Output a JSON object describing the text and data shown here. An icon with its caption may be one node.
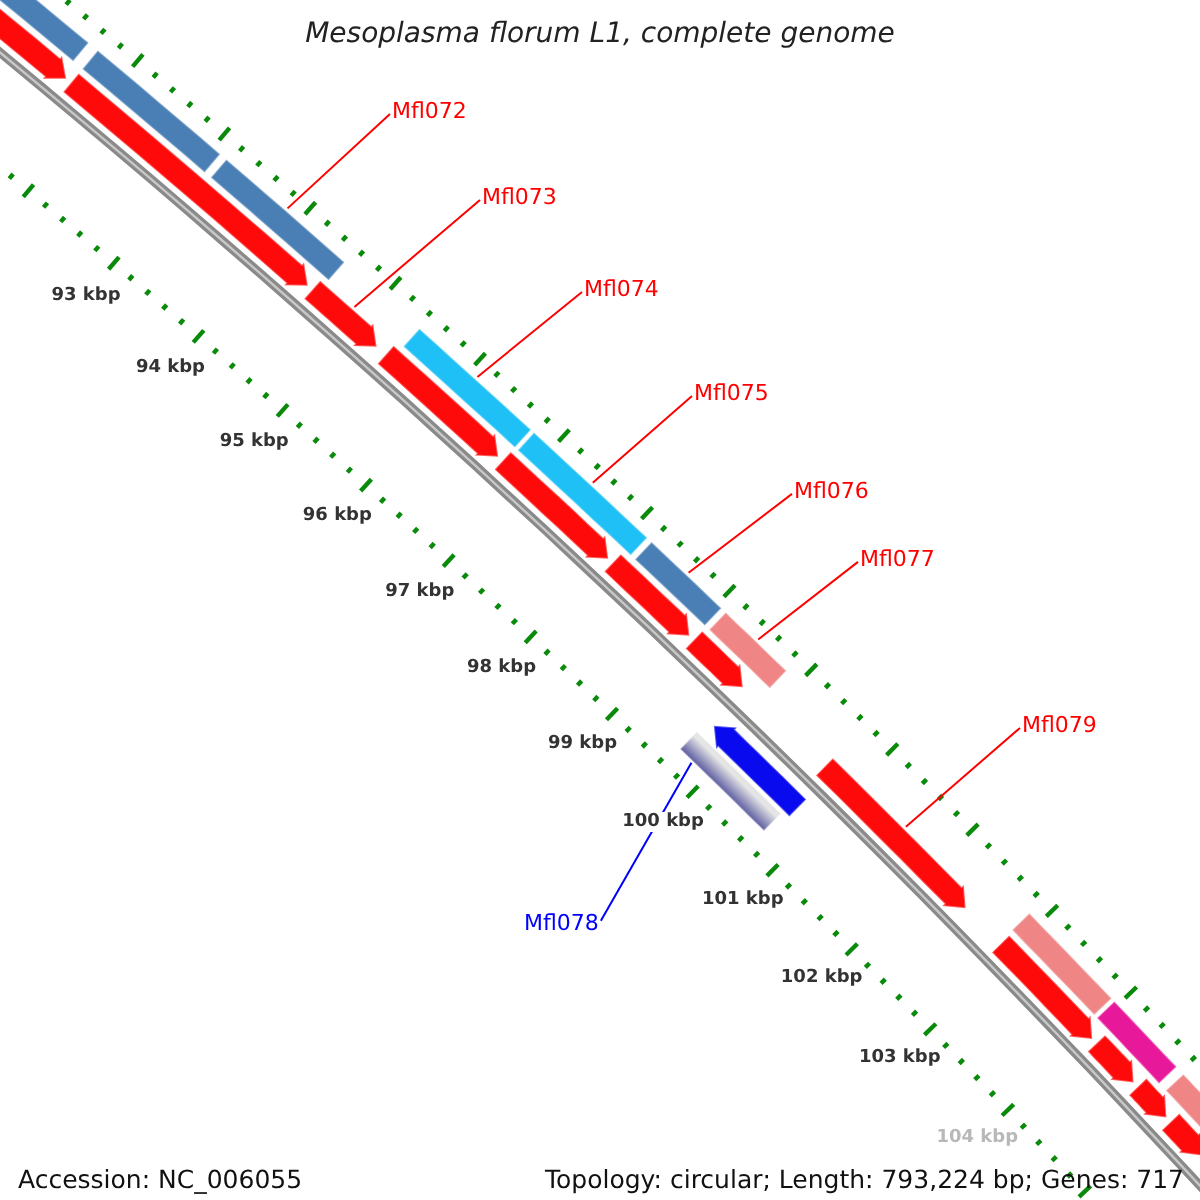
{
  "diagram": {
    "title": "Mesoplasma florum L1, complete genome",
    "nodes": [
      {
        "text": [
          "Mfl072"
        ]
      },
      {
        "text": [
          "Mfl073"
        ]
      },
      {
        "text": [
          "Mfl074"
        ]
      },
      {
        "text": [
          "Mfl075"
        ]
      },
      {
        "text": [
          "Mfl076"
        ]
      },
      {
        "text": [
          "Mfl077"
        ]
      },
      {
        "text": [
          "Mfl079"
        ]
      },
      {
        "text": [
          "Mfl078"
        ]
      },
      {
        "text": [],
        "shape": "bar"
      },
      {
        "text": [],
        "shape": "bar"
      },
      {
        "text": [],
        "shape": "bar"
      },
      {
        "text": [],
        "shape": "bar"
      },
      {
        "text": [],
        "shape": "bar"
      },
      {
        "text": [],
        "shape": "bar"
      },
      {
        "text": [],
        "shape": "bar"
      },
      {
        "text": [],
        "shape": "bar"
      },
      {
        "text": [],
        "shape": "bar"
      },
      {
        "text": [],
        "shape": "bar"
      },
      {
        "text": [],
        "shape": "bar"
      },
      {
        "text": [],
        "shape": "bar"
      },
      {
        "text": [],
        "shape": "bar"
      },
      {
        "text": [],
        "shape": "bar"
      },
      {
        "text": [],
        "shape": "bar"
      },
      {
        "text": [],
        "shape": "bar"
      },
      {
        "text": [],
        "shape": "bar"
      },
      {
        "text": [],
        "shape": "bar"
      },
      {
        "text": [],
        "shape": "bar"
      },
      {
        "text": [],
        "shape": "bar"
      },
      {
        "text": [],
        "shape": "bar"
      },
      {
        "text": [],
        "shape": "bar"
      },
      {
        "text": [],
        "shape": "bar"
      },
      {
        "text": [],
        "shape": "bar"
      }
    ],
    "edges": [
      {
        "from": 0,
        "to": 12,
        "arrow": "none"
      },
      {
        "from": 1,
        "to": 13,
        "arrow": "none"
      },
      {
        "from": 2,
        "to": 15,
        "arrow": "none"
      },
      {
        "from": 3,
        "to": 17,
        "arrow": "none"
      },
      {
        "from": 4,
        "to": 19,
        "arrow": "none"
      },
      {
        "from": 5,
        "to": 21,
        "arrow": "none"
      },
      {
        "from": 6,
        "to": 24,
        "arrow": "none"
      },
      {
        "from": 7,
        "to": 22,
        "arrow": "none",
        "color": "#0000ff"
      }
    ],
    "labels": [
      "93 kbp",
      "94 kbp",
      "95 kbp",
      "96 kbp",
      "97 kbp",
      "98 kbp",
      "99 kbp",
      "100 kbp",
      "101 kbp",
      "102 kbp",
      "103 kbp",
      "104 kbp",
      "Accession: NC_006055",
      "Topology: circular; Length: 793,224 bp; Genes: 717"
    ]
  }
}
